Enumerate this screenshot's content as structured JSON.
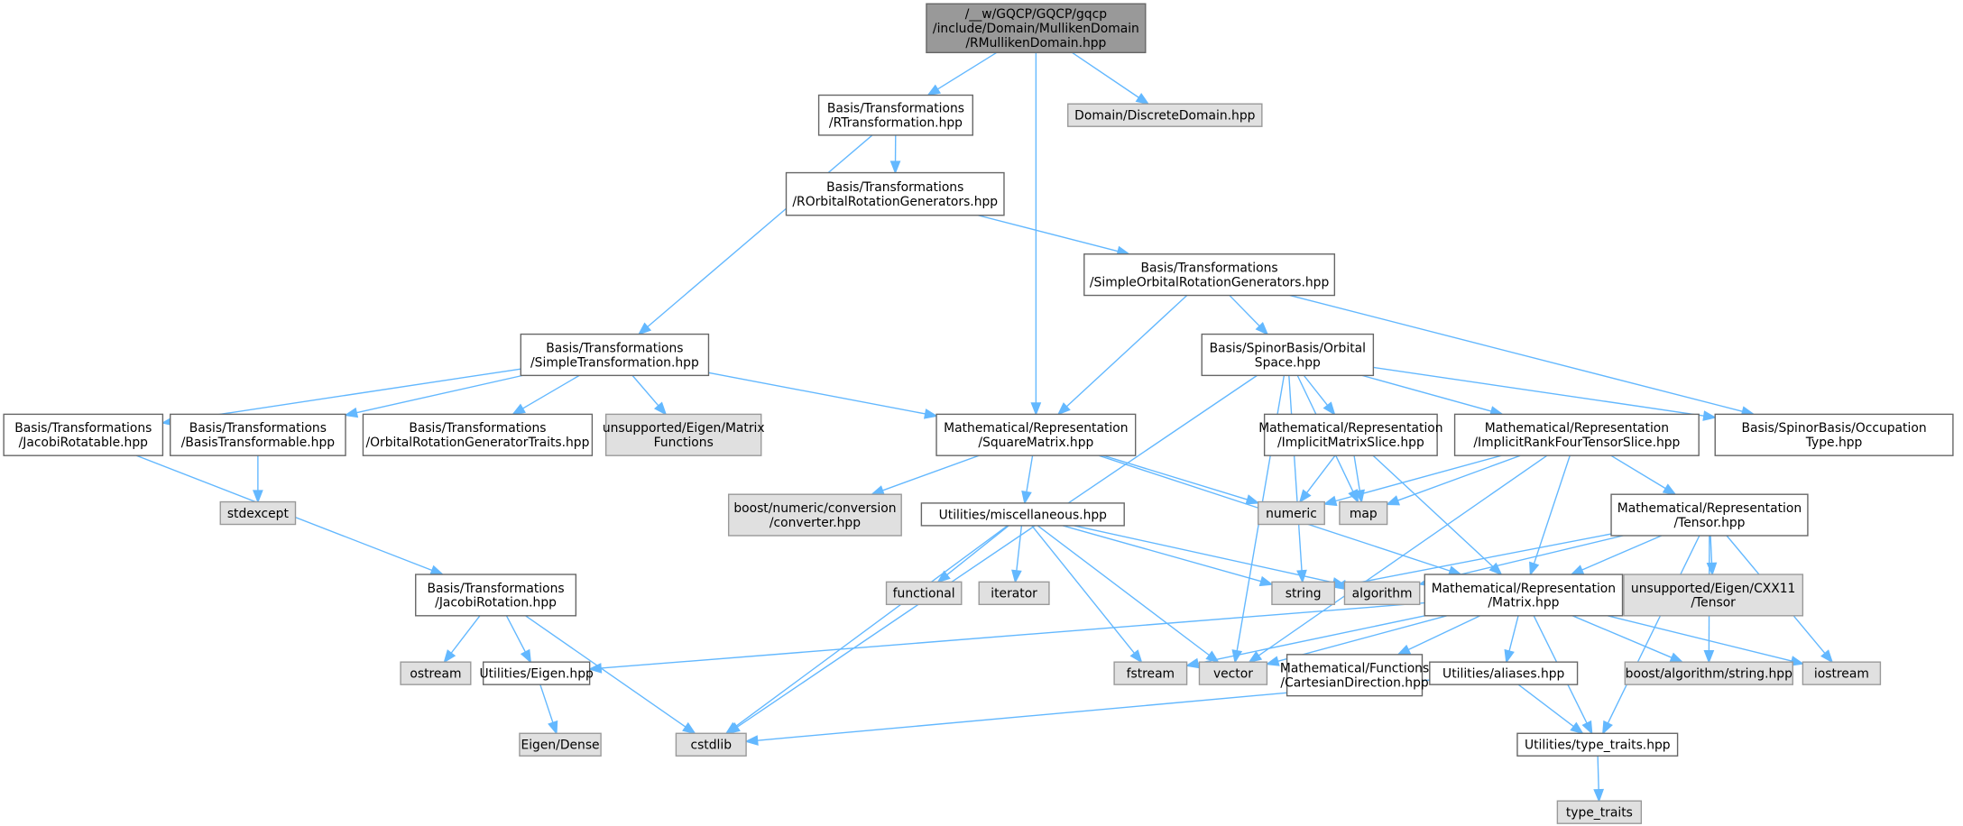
{
  "title": "RMullikenDomain.hpp include dependency graph",
  "colors": {
    "edge": "#63b8ff",
    "root_fill": "#999999",
    "external_fill": "#e0e0e0",
    "internal_fill": "#ffffff"
  },
  "nodes": [
    {
      "id": "root",
      "kind": "root",
      "lines": [
        "/__w/GQCP/GQCP/gqcp",
        "/include/Domain/MullikenDomain",
        "/RMullikenDomain.hpp"
      ]
    },
    {
      "id": "rtrans",
      "kind": "int",
      "lines": [
        "Basis/Transformations",
        "/RTransformation.hpp"
      ]
    },
    {
      "id": "discrete",
      "kind": "ext",
      "lines": [
        "Domain/DiscreteDomain.hpp"
      ]
    },
    {
      "id": "rorbgen",
      "kind": "int",
      "lines": [
        "Basis/Transformations",
        "/ROrbitalRotationGenerators.hpp"
      ]
    },
    {
      "id": "simporbgen",
      "kind": "int",
      "lines": [
        "Basis/Transformations",
        "/SimpleOrbitalRotationGenerators.hpp"
      ]
    },
    {
      "id": "simptrans",
      "kind": "int",
      "lines": [
        "Basis/Transformations",
        "/SimpleTransformation.hpp"
      ]
    },
    {
      "id": "orbspace",
      "kind": "int",
      "lines": [
        "Basis/SpinorBasis/Orbital",
        "Space.hpp"
      ]
    },
    {
      "id": "jacobirotatable",
      "kind": "int",
      "lines": [
        "Basis/Transformations",
        "/JacobiRotatable.hpp"
      ]
    },
    {
      "id": "basistransformable",
      "kind": "int",
      "lines": [
        "Basis/Transformations",
        "/BasisTransformable.hpp"
      ]
    },
    {
      "id": "orbrotgentraits",
      "kind": "int",
      "lines": [
        "Basis/Transformations",
        "/OrbitalRotationGeneratorTraits.hpp"
      ]
    },
    {
      "id": "matfunctions",
      "kind": "ext",
      "lines": [
        "unsupported/Eigen/Matrix",
        "Functions"
      ]
    },
    {
      "id": "squarematrix",
      "kind": "int",
      "lines": [
        "Mathematical/Representation",
        "/SquareMatrix.hpp"
      ]
    },
    {
      "id": "implmatslice",
      "kind": "int",
      "lines": [
        "Mathematical/Representation",
        "/ImplicitMatrixSlice.hpp"
      ]
    },
    {
      "id": "implrank4",
      "kind": "int",
      "lines": [
        "Mathematical/Representation",
        "/ImplicitRankFourTensorSlice.hpp"
      ]
    },
    {
      "id": "occtype",
      "kind": "int",
      "lines": [
        "Basis/SpinorBasis/Occupation",
        "Type.hpp"
      ]
    },
    {
      "id": "stdexcept",
      "kind": "ext",
      "lines": [
        "stdexcept"
      ]
    },
    {
      "id": "converter",
      "kind": "ext",
      "lines": [
        "boost/numeric/conversion",
        "/converter.hpp"
      ]
    },
    {
      "id": "misc",
      "kind": "int",
      "lines": [
        "Utilities/miscellaneous.hpp"
      ]
    },
    {
      "id": "numeric",
      "kind": "ext",
      "lines": [
        "numeric"
      ]
    },
    {
      "id": "map",
      "kind": "ext",
      "lines": [
        "map"
      ]
    },
    {
      "id": "tensor",
      "kind": "int",
      "lines": [
        "Mathematical/Representation",
        "/Tensor.hpp"
      ]
    },
    {
      "id": "jacobirotation",
      "kind": "int",
      "lines": [
        "Basis/Transformations",
        "/JacobiRotation.hpp"
      ]
    },
    {
      "id": "functional",
      "kind": "ext",
      "lines": [
        "functional"
      ]
    },
    {
      "id": "iterator",
      "kind": "ext",
      "lines": [
        "iterator"
      ]
    },
    {
      "id": "string",
      "kind": "ext",
      "lines": [
        "string"
      ]
    },
    {
      "id": "algorithm",
      "kind": "ext",
      "lines": [
        "algorithm"
      ]
    },
    {
      "id": "matrix",
      "kind": "int",
      "lines": [
        "Mathematical/Representation",
        "/Matrix.hpp"
      ]
    },
    {
      "id": "cxx11tensor",
      "kind": "ext",
      "lines": [
        "unsupported/Eigen/CXX11",
        "/Tensor"
      ]
    },
    {
      "id": "ostream",
      "kind": "ext",
      "lines": [
        "ostream"
      ]
    },
    {
      "id": "eigen",
      "kind": "int",
      "lines": [
        "Utilities/Eigen.hpp"
      ]
    },
    {
      "id": "fstream",
      "kind": "ext",
      "lines": [
        "fstream"
      ]
    },
    {
      "id": "vector",
      "kind": "ext",
      "lines": [
        "vector"
      ]
    },
    {
      "id": "cartesian",
      "kind": "int",
      "lines": [
        "Mathematical/Functions",
        "/CartesianDirection.hpp"
      ]
    },
    {
      "id": "aliases",
      "kind": "int",
      "lines": [
        "Utilities/aliases.hpp"
      ]
    },
    {
      "id": "booststring",
      "kind": "ext",
      "lines": [
        "boost/algorithm/string.hpp"
      ]
    },
    {
      "id": "iostream",
      "kind": "ext",
      "lines": [
        "iostream"
      ]
    },
    {
      "id": "eigendense",
      "kind": "ext",
      "lines": [
        "Eigen/Dense"
      ]
    },
    {
      "id": "cstdlib",
      "kind": "ext",
      "lines": [
        "cstdlib"
      ]
    },
    {
      "id": "typetraitshpp",
      "kind": "int",
      "lines": [
        "Utilities/type_traits.hpp"
      ]
    },
    {
      "id": "typetraits",
      "kind": "ext",
      "lines": [
        "type_traits"
      ]
    }
  ],
  "edges": [
    [
      "root",
      "rtrans"
    ],
    [
      "root",
      "squarematrix"
    ],
    [
      "root",
      "discrete"
    ],
    [
      "rtrans",
      "rorbgen"
    ],
    [
      "rtrans",
      "simptrans"
    ],
    [
      "rorbgen",
      "simporbgen"
    ],
    [
      "simporbgen",
      "orbspace"
    ],
    [
      "simporbgen",
      "squarematrix"
    ],
    [
      "simporbgen",
      "occtype"
    ],
    [
      "simptrans",
      "jacobirotatable"
    ],
    [
      "simptrans",
      "basistransformable"
    ],
    [
      "simptrans",
      "orbrotgentraits"
    ],
    [
      "simptrans",
      "matfunctions"
    ],
    [
      "simptrans",
      "squarematrix"
    ],
    [
      "orbspace",
      "cstdlib"
    ],
    [
      "orbspace",
      "string"
    ],
    [
      "orbspace",
      "vector"
    ],
    [
      "orbspace",
      "map"
    ],
    [
      "orbspace",
      "implmatslice"
    ],
    [
      "orbspace",
      "implrank4"
    ],
    [
      "orbspace",
      "occtype"
    ],
    [
      "jacobirotatable",
      "jacobirotation"
    ],
    [
      "basistransformable",
      "stdexcept"
    ],
    [
      "squarematrix",
      "converter"
    ],
    [
      "squarematrix",
      "misc"
    ],
    [
      "squarematrix",
      "numeric"
    ],
    [
      "squarematrix",
      "matrix"
    ],
    [
      "implmatslice",
      "numeric"
    ],
    [
      "implmatslice",
      "map"
    ],
    [
      "implmatslice",
      "matrix"
    ],
    [
      "implrank4",
      "numeric"
    ],
    [
      "implrank4",
      "map"
    ],
    [
      "implrank4",
      "tensor"
    ],
    [
      "implrank4",
      "matrix"
    ],
    [
      "implrank4",
      "vector"
    ],
    [
      "tensor",
      "string"
    ],
    [
      "tensor",
      "algorithm"
    ],
    [
      "tensor",
      "matrix"
    ],
    [
      "tensor",
      "cxx11tensor"
    ],
    [
      "tensor",
      "booststring"
    ],
    [
      "tensor",
      "iostream"
    ],
    [
      "tensor",
      "typetraitshpp"
    ],
    [
      "misc",
      "functional"
    ],
    [
      "misc",
      "iterator"
    ],
    [
      "misc",
      "string"
    ],
    [
      "misc",
      "algorithm"
    ],
    [
      "misc",
      "fstream"
    ],
    [
      "misc",
      "vector"
    ],
    [
      "misc",
      "cstdlib"
    ],
    [
      "jacobirotation",
      "ostream"
    ],
    [
      "jacobirotation",
      "eigen"
    ],
    [
      "jacobirotation",
      "cstdlib"
    ],
    [
      "matrix",
      "eigen"
    ],
    [
      "matrix",
      "fstream"
    ],
    [
      "matrix",
      "vector"
    ],
    [
      "matrix",
      "cartesian"
    ],
    [
      "matrix",
      "aliases"
    ],
    [
      "matrix",
      "booststring"
    ],
    [
      "matrix",
      "iostream"
    ],
    [
      "matrix",
      "typetraitshpp"
    ],
    [
      "eigen",
      "eigendense"
    ],
    [
      "aliases",
      "cstdlib"
    ],
    [
      "aliases",
      "typetraitshpp"
    ],
    [
      "typetraitshpp",
      "typetraits"
    ]
  ]
}
